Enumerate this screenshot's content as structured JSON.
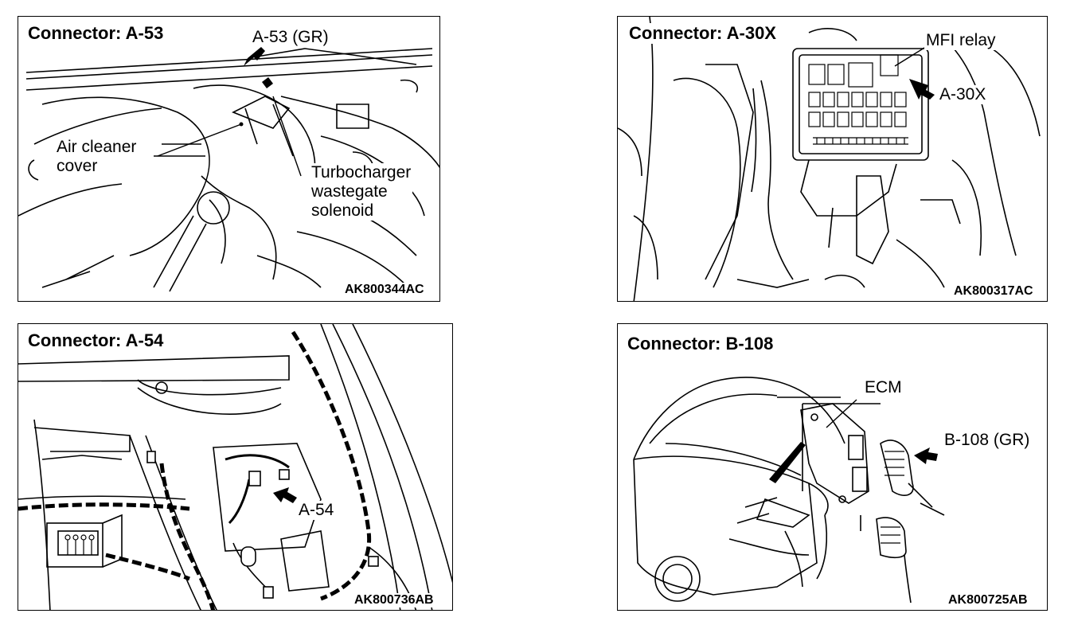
{
  "panels": {
    "a53": {
      "title": "Connector: A-53",
      "callout": "A-53 (GR)",
      "air_cleaner": [
        "Air cleaner",
        "cover"
      ],
      "solenoid": [
        "Turbocharger",
        "wastegate",
        "solenoid"
      ],
      "code": "AK800344AC"
    },
    "a30x": {
      "title": "Connector: A-30X",
      "relay": "MFI relay",
      "callout": "A-30X",
      "code": "AK800317AC"
    },
    "a54": {
      "title": "Connector: A-54",
      "callout": "A-54",
      "code": "AK800736AB"
    },
    "b108": {
      "title": "Connector: B-108",
      "ecm": "ECM",
      "callout": "B-108 (GR)",
      "code": "AK800725AB"
    }
  }
}
